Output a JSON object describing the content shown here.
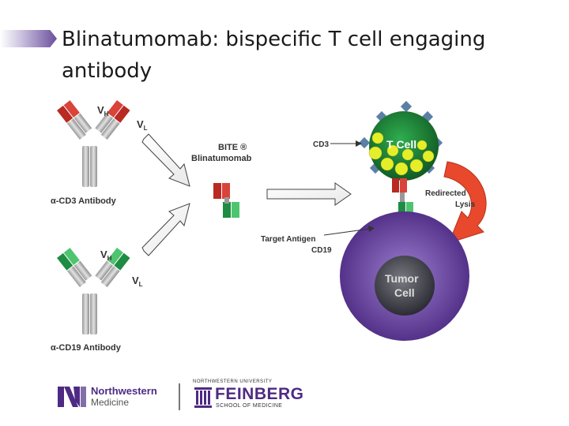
{
  "slide": {
    "title_line1": "Blinatumomab: bispecific T cell engaging",
    "title_line2": "antibody"
  },
  "diagram": {
    "antibody_top": {
      "heavy_label": "V",
      "heavy_sub": "H",
      "light_label": "V",
      "light_sub": "L",
      "name": "α-CD3 Antibody",
      "color": "#c0392b"
    },
    "antibody_bottom": {
      "heavy_label": "V",
      "heavy_sub": "H",
      "light_label": "V",
      "light_sub": "L",
      "name": "α-CD19 Antibody",
      "color": "#27ae60"
    },
    "bite_label_line1": "BITE ®",
    "bite_label_line2": "Blinatumomab",
    "cd3_label": "CD3",
    "t_cell_label": "T Cell",
    "redirected_line1": "Redirected",
    "redirected_line2": "Lysis",
    "target_line1": "Target Antigen",
    "target_line2": "CD19",
    "tumor_line1": "Tumor",
    "tumor_line2": "Cell",
    "colors": {
      "t_cell": "#1f8a3a",
      "t_cell_granule": "#e6ee2a",
      "tumor_cell": "#7a4fb0",
      "lysis_arrow": "#e8482c",
      "receptor": "#5b7fa6",
      "antigen": "#e39b57"
    }
  },
  "footer": {
    "logo1_name": "Northwestern",
    "logo1_sub": "Medicine",
    "logo2_top": "NORTHWESTERN UNIVERSITY",
    "logo2_name": "FEINBERG",
    "logo2_sub": "SCHOOL OF MEDICINE"
  }
}
